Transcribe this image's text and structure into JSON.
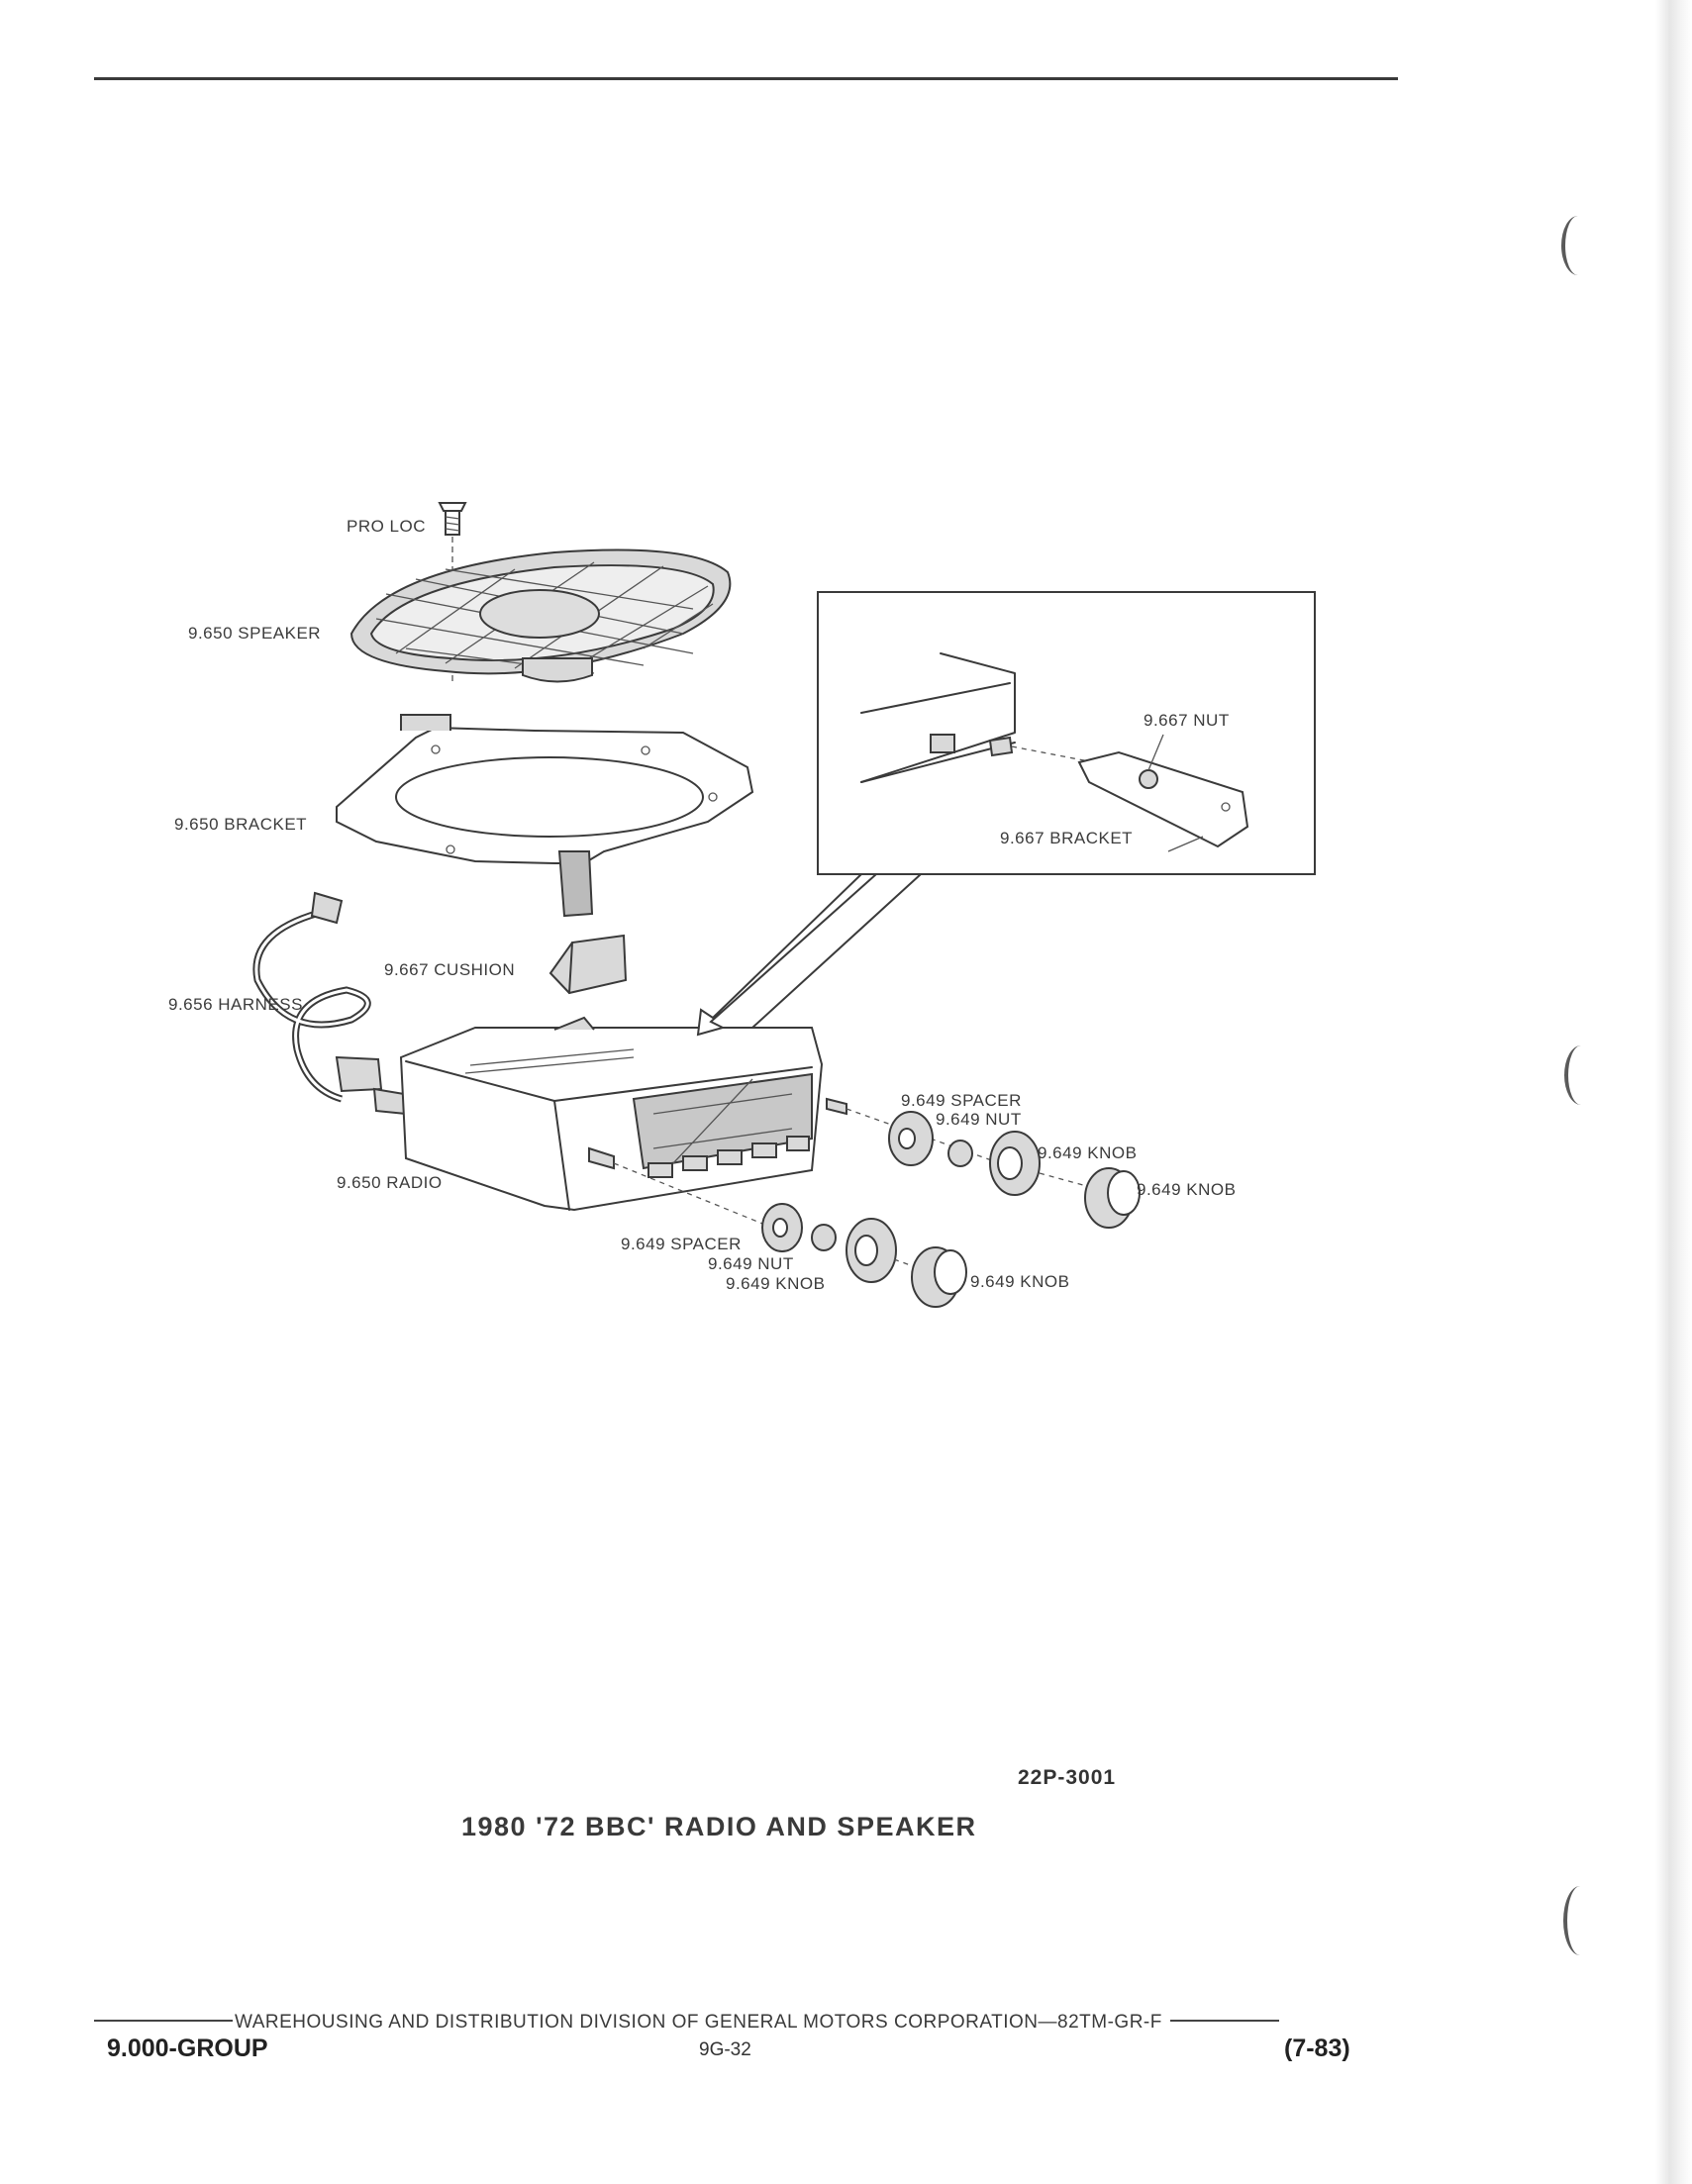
{
  "labels": {
    "pro_loc": "PRO LOC",
    "speaker": "9.650 SPEAKER",
    "bracket": "9.650 BRACKET",
    "cushion": "9.667 CUSHION",
    "harness": "9.656 HARNESS",
    "radio": "9.650 RADIO",
    "inset_nut": "9.667 NUT",
    "inset_bracket": "9.667 BRACKET",
    "right_spacer": "9.649 SPACER",
    "right_nut": "9.649 NUT",
    "right_knob_inner": "9.649 KNOB",
    "right_knob_outer": "9.649 KNOB",
    "left_spacer": "9.649 SPACER",
    "left_nut": "9.649 NUT",
    "left_knob_inner": "9.649 KNOB",
    "left_knob_outer": "9.649 KNOB"
  },
  "figure_id": "22P-3001",
  "caption": "1980 '72 BBC' RADIO AND SPEAKER",
  "footer": {
    "line": "WAREHOUSING AND DISTRIBUTION  DIVISION OF GENERAL MOTORS CORPORATION—82TM-GR-F",
    "group": "9.000-GROUP",
    "page": "9G-32",
    "revision": "(7-83)"
  }
}
